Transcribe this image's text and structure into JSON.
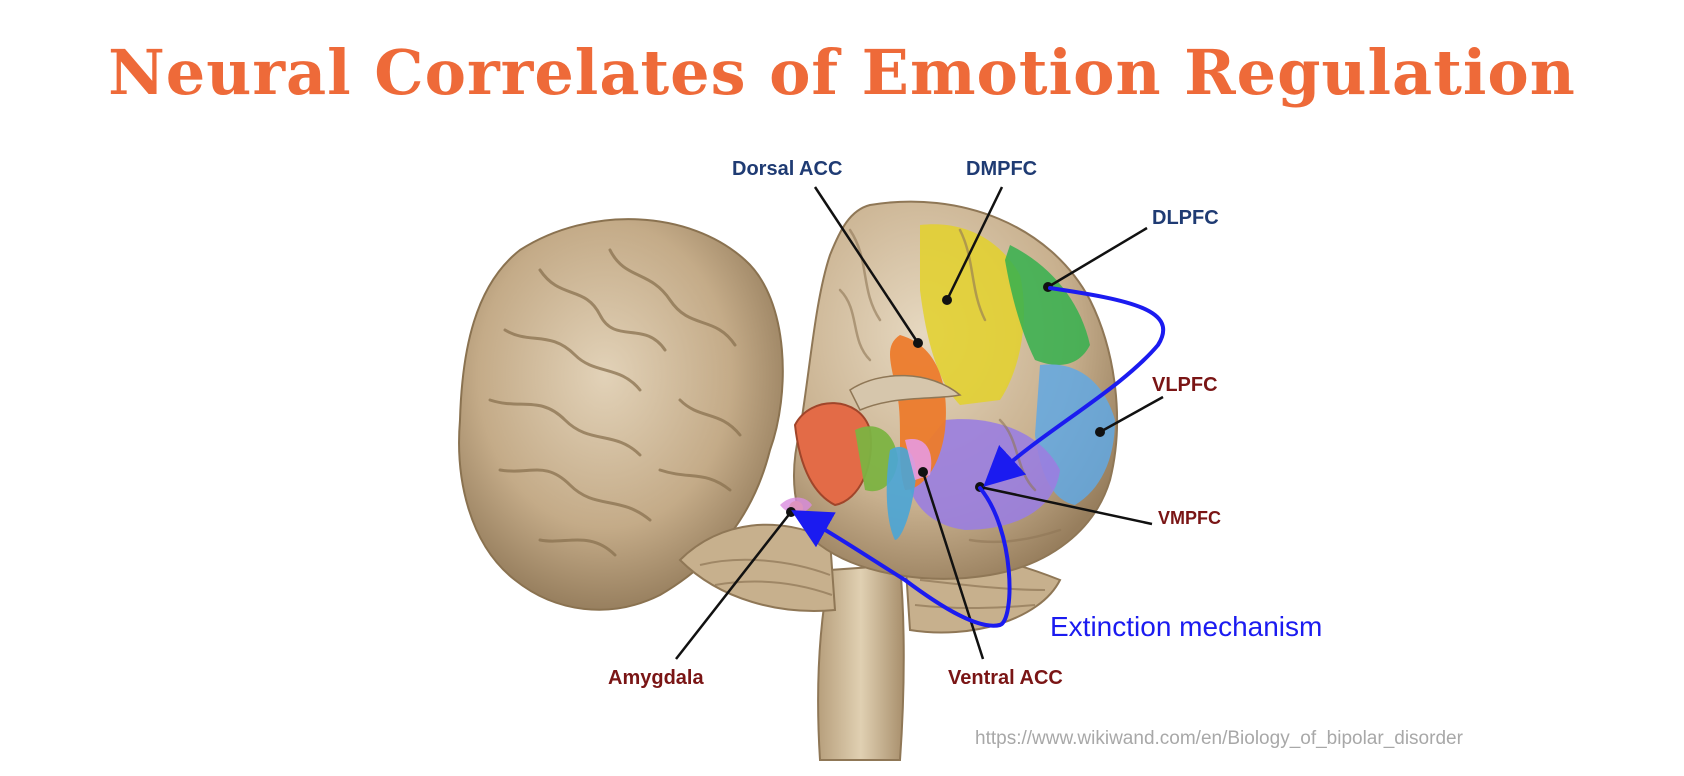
{
  "title": "Neural Correlates of Emotion Regulation",
  "labels": {
    "dorsal_acc": "Dorsal ACC",
    "dmpfc": "DMPFC",
    "dlpfc": "DLPFC",
    "vlpfc": "VLPFC",
    "vmpfc": "VMPFC",
    "amygdala": "Amygdala",
    "ventral_acc": "Ventral ACC"
  },
  "mechanism_label": "Extinction mechanism",
  "source_url": "https://www.wikiwand.com/en/Biology_of_bipolar_disorder",
  "colors": {
    "title": "#ee6a39",
    "arrow": "#1b1bf0",
    "label_dark_blue": "#1f3b73",
    "label_dark_red": "#7a1515",
    "brain_tissue": "#c9b395"
  }
}
